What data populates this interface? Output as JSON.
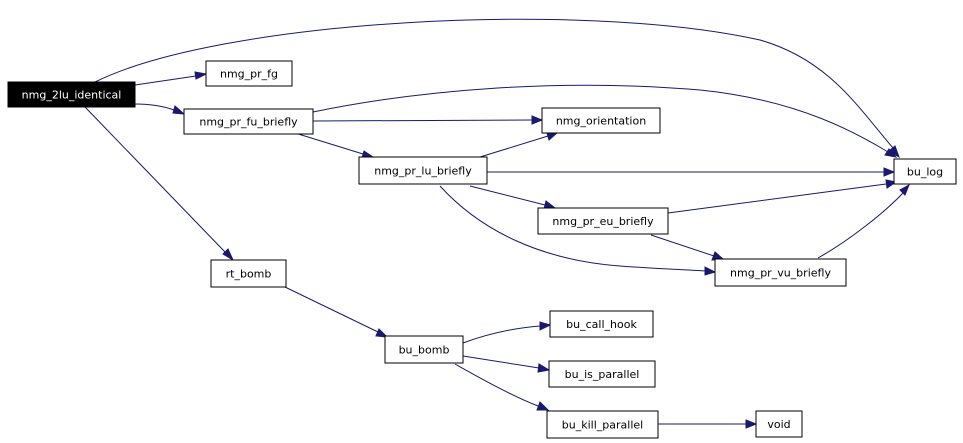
{
  "graph": {
    "root": "nmg_2lu_identical",
    "nodes": [
      {
        "id": "n_2lu",
        "label": "nmg_2lu_identical",
        "root": true
      },
      {
        "id": "n_prfg",
        "label": "nmg_pr_fg"
      },
      {
        "id": "n_prfu",
        "label": "nmg_pr_fu_briefly"
      },
      {
        "id": "n_orient",
        "label": "nmg_orientation"
      },
      {
        "id": "n_buLog",
        "label": "bu_log"
      },
      {
        "id": "n_prlu",
        "label": "nmg_pr_lu_briefly"
      },
      {
        "id": "n_preu",
        "label": "nmg_pr_eu_briefly"
      },
      {
        "id": "n_rtbomb",
        "label": "rt_bomb"
      },
      {
        "id": "n_prvu",
        "label": "nmg_pr_vu_briefly"
      },
      {
        "id": "n_bubomb",
        "label": "bu_bomb"
      },
      {
        "id": "n_callhook",
        "label": "bu_call_hook"
      },
      {
        "id": "n_ispar",
        "label": "bu_is_parallel"
      },
      {
        "id": "n_killpar",
        "label": "bu_kill_parallel"
      },
      {
        "id": "n_void",
        "label": "void"
      }
    ],
    "edges": [
      {
        "from": "nmg_2lu_identical",
        "to": "nmg_pr_fg"
      },
      {
        "from": "nmg_2lu_identical",
        "to": "nmg_pr_fu_briefly"
      },
      {
        "from": "nmg_2lu_identical",
        "to": "bu_log"
      },
      {
        "from": "nmg_2lu_identical",
        "to": "rt_bomb"
      },
      {
        "from": "nmg_pr_fu_briefly",
        "to": "nmg_orientation"
      },
      {
        "from": "nmg_pr_fu_briefly",
        "to": "bu_log"
      },
      {
        "from": "nmg_pr_fu_briefly",
        "to": "nmg_pr_lu_briefly"
      },
      {
        "from": "nmg_pr_lu_briefly",
        "to": "nmg_orientation"
      },
      {
        "from": "nmg_pr_lu_briefly",
        "to": "bu_log"
      },
      {
        "from": "nmg_pr_lu_briefly",
        "to": "nmg_pr_eu_briefly"
      },
      {
        "from": "nmg_pr_lu_briefly",
        "to": "nmg_pr_vu_briefly"
      },
      {
        "from": "nmg_pr_eu_briefly",
        "to": "bu_log"
      },
      {
        "from": "nmg_pr_eu_briefly",
        "to": "nmg_pr_vu_briefly"
      },
      {
        "from": "nmg_pr_vu_briefly",
        "to": "bu_log"
      },
      {
        "from": "rt_bomb",
        "to": "bu_bomb"
      },
      {
        "from": "bu_bomb",
        "to": "bu_call_hook"
      },
      {
        "from": "bu_bomb",
        "to": "bu_is_parallel"
      },
      {
        "from": "bu_bomb",
        "to": "bu_kill_parallel"
      },
      {
        "from": "bu_kill_parallel",
        "to": "void"
      }
    ]
  },
  "colors": {
    "edge": "#191970",
    "root_fill": "#000000",
    "root_text": "#ffffff",
    "node_fill": "#ffffff",
    "node_border": "#000000"
  }
}
